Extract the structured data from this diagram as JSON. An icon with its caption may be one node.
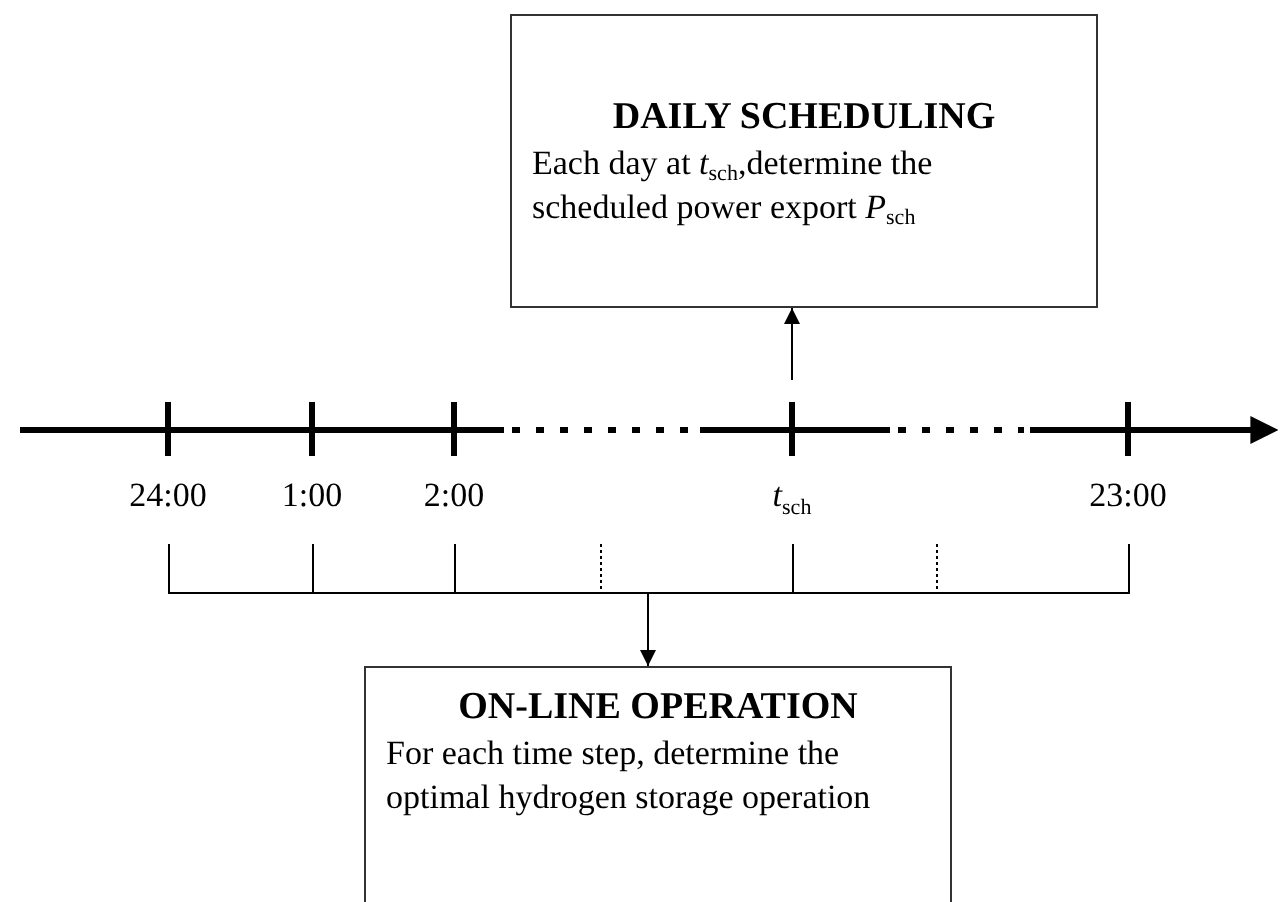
{
  "diagram": {
    "nodes": [
      {
        "text": [
          "DAILY SCHEDULING",
          "Each day at *t*$_{sch}$,determine the scheduled power export *P*$_{sch}$"
        ]
      },
      {
        "text": [
          "ON-LINE OPERATION",
          "For each time step, determine the optimal hydrogen storage operation"
        ]
      },
      {
        "text": [],
        "shape": "bracket"
      }
    ],
    "edges": [
      {
        "from": null,
        "to": 0,
        "arrow": "to"
      },
      {
        "from": 2,
        "to": 1,
        "arrow": "to"
      }
    ],
    "labels": [
      "24:00",
      "1:00",
      "2:00",
      "*t*$_{sch}$",
      "23:00"
    ]
  }
}
